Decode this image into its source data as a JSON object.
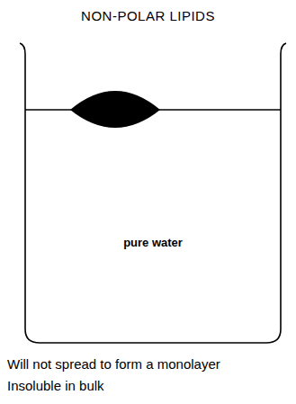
{
  "diagram": {
    "title": "NON-POLAR LIPIDS",
    "nodes": [
      {
        "text": [
          "pure water"
        ]
      }
    ],
    "labels": [
      "Will not spread to form a monolayer",
      "Insoluble in bulk"
    ]
  }
}
